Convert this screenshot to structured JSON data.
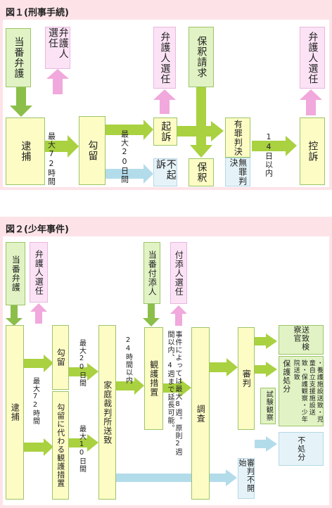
{
  "fig1": {
    "title": "図１(刑事手続)",
    "toban": "当番弁護",
    "bengo1": "弁護人選任",
    "bengo2": "弁護人選任",
    "bengo3": "弁護人選任",
    "hoshaku_seikyu": "保釈請求",
    "taiho": "逮捕",
    "koryu": "勾留",
    "kiso": "起訴",
    "fukiso": "不起訴",
    "hoshaku": "保釈",
    "yuzai": "有罪判決",
    "muzai": "無罪判決",
    "koso": "控訴",
    "max72": "最大72時間",
    "max20": "最大20日間",
    "days14": "14日以内"
  },
  "fig2": {
    "title": "図２(少年事件)",
    "toban": "当番弁護",
    "bengo": "弁護人選任",
    "toban_fuzoku": "当番付添人",
    "fuzoku": "付添人選任",
    "taiho": "逮捕",
    "koryu": "勾留",
    "koryu_kawaru": "勾留に代わる観護措置",
    "max72": "最大72時間",
    "max20": "最大20日間",
    "max10": "最大10日間",
    "katei": "家庭裁判所送致",
    "h24": "24時間以内",
    "kango": "観護措置",
    "note": "事件によっては最大8週。原則2週間以内、4週まで延長可能。",
    "chosa": "調査",
    "shinpan": "審判",
    "shiken": "試験観察",
    "fukaishi": "審判不開始",
    "soji": "送致検察官",
    "hogo": "保護処分",
    "hogo_detail": "・養護施設送致・児童自立支援施設送致・保護観察・少年院送致",
    "fushobun": "不処分"
  },
  "colors": {
    "panel_bg": "#fde3e8",
    "box_yellow": "#fdfcc4",
    "box_green": "#e1f3c4",
    "box_pink": "#fbe3f5",
    "box_blue": "#e5f3f8",
    "arrow_green": "#a9d140",
    "arrow_dark": "#8bbf4a",
    "arrow_pink": "#f1a8dc",
    "arrow_blue": "#b3dceb"
  }
}
